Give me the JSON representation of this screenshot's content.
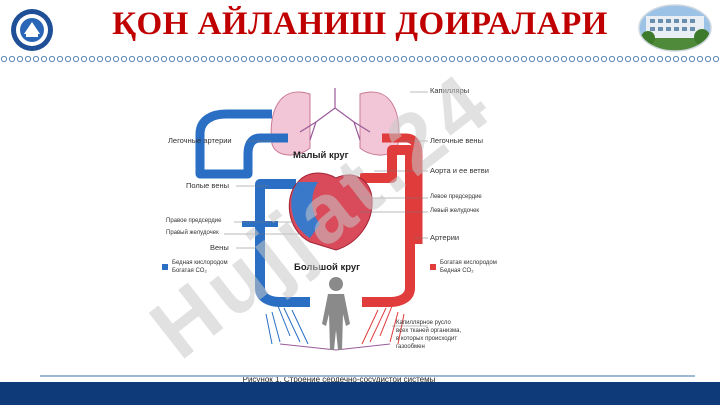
{
  "title": "ҚОН АЙЛАНИШ ДОИРАЛАРИ",
  "watermark": "Hujjat.24",
  "figure": {
    "labels": {
      "capillaries": "Капилляры",
      "pulmonary_arteries": "Легочные артерии",
      "pulmonary_veins": "Легочные вены",
      "small_circle": "Малый круг",
      "aorta": "Аорта и ее ветви",
      "vena_cava": "Полые вены",
      "left_atrium": "Левое предсердие",
      "left_ventricle": "Левый желудочек",
      "right_atrium": "Правое предсердие",
      "right_ventricle": "Правый желудочек",
      "veins": "Вены",
      "arteries": "Артерии",
      "big_circle": "Большой круг",
      "capillary_bed": [
        "Капиллярное русло",
        "всех тканей организма,",
        "в которых происходит",
        "газообмен"
      ]
    },
    "legend": [
      {
        "lines": [
          "Бедная кислородом",
          "Богатая CO₂"
        ],
        "color": "#2a6fc4"
      },
      {
        "lines": [
          "Богатая кислородом",
          "Бедная CO₂"
        ],
        "color": "#e03c3c"
      }
    ],
    "caption": "Рисунок 1. Строение сердечно-сосудистой системы"
  },
  "colors": {
    "title": "#c00000",
    "vein": "#2a6fc4",
    "artery": "#e03c3c",
    "footer": "#0e3a7a"
  }
}
